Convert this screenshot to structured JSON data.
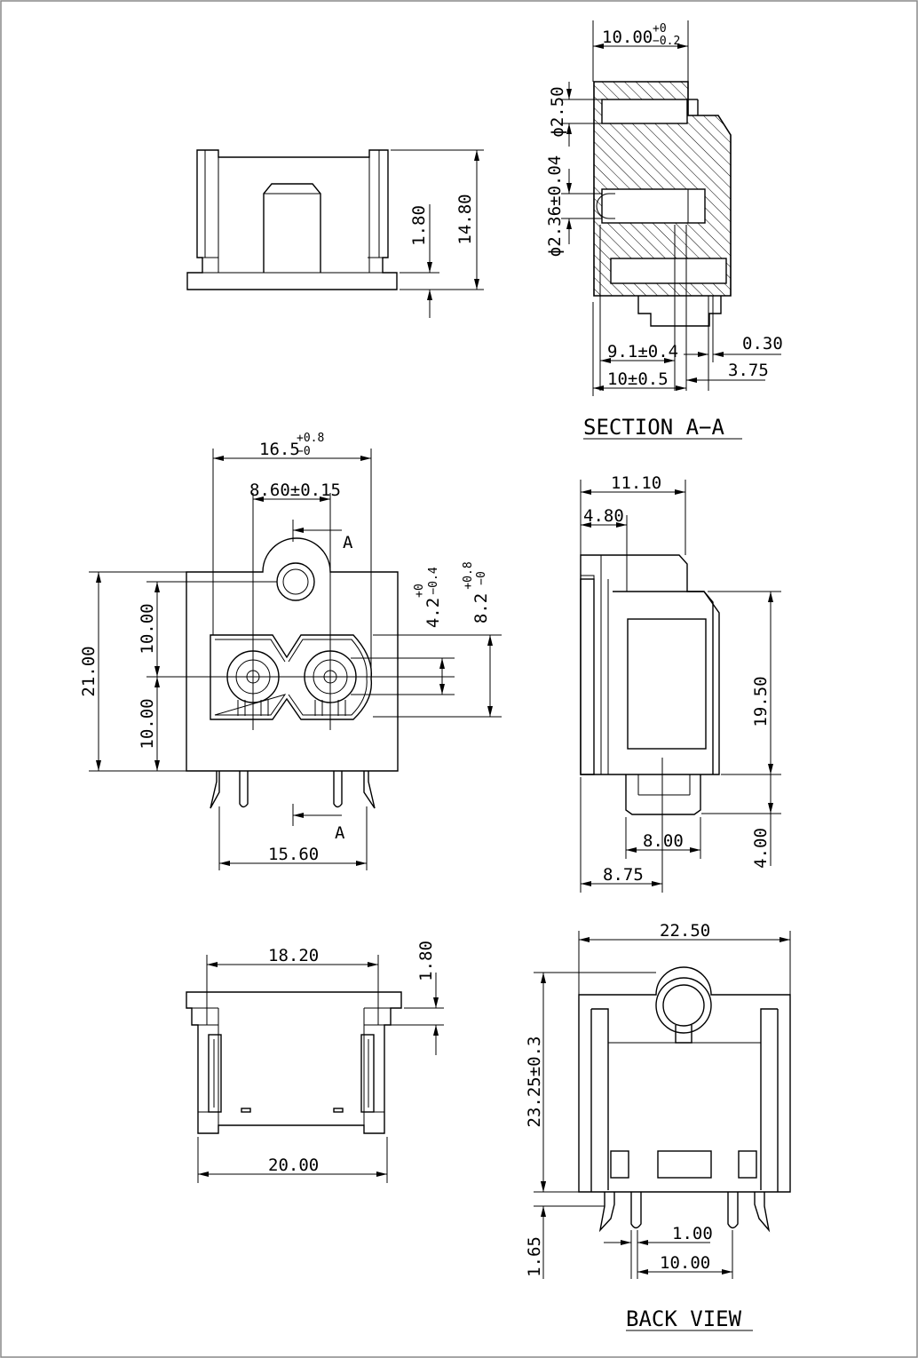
{
  "top_view": {
    "dim_height": "14.80",
    "dim_flange": "1.80"
  },
  "section": {
    "title": "SECTION A−A",
    "width_base": "10.00",
    "width_tol_up": "+0",
    "width_tol_dn": "−0.2",
    "hole_top": "ϕ2.50",
    "hole_mid": "ϕ2.36±0.04",
    "dim_91": "9.1±0.4",
    "dim_10": "10±0.5",
    "dim_030": "0.30",
    "dim_375": "3.75"
  },
  "front_view": {
    "width_base": "16.5",
    "width_tol_up": "+0.8",
    "width_tol_dn": "−0",
    "pin_spacing": "8.60±0.15",
    "height_total": "21.00",
    "height_upper": "10.00",
    "height_lower": "10.00",
    "slot_base": "4.2",
    "slot_tol_up": "+0",
    "slot_tol_dn": "−0.4",
    "slot2_base": "8.2",
    "slot2_tol_up": "+0.8",
    "slot2_tol_dn": "−0",
    "section_mark": "A",
    "pin_width": "15.60"
  },
  "side_view": {
    "depth": "11.10",
    "front_depth": "4.80",
    "height": "19.50",
    "tail": "4.00",
    "tab_width": "8.00",
    "tab_offset": "8.75"
  },
  "bottom_view": {
    "inner_width": "18.20",
    "outer_width": "20.00",
    "flange": "1.80"
  },
  "back_view": {
    "title": "BACK VIEW",
    "width": "22.50",
    "height": "23.25±0.3",
    "pin_dia": "1.00",
    "pin_pitch": "10.00",
    "pin_len": "1.65"
  }
}
